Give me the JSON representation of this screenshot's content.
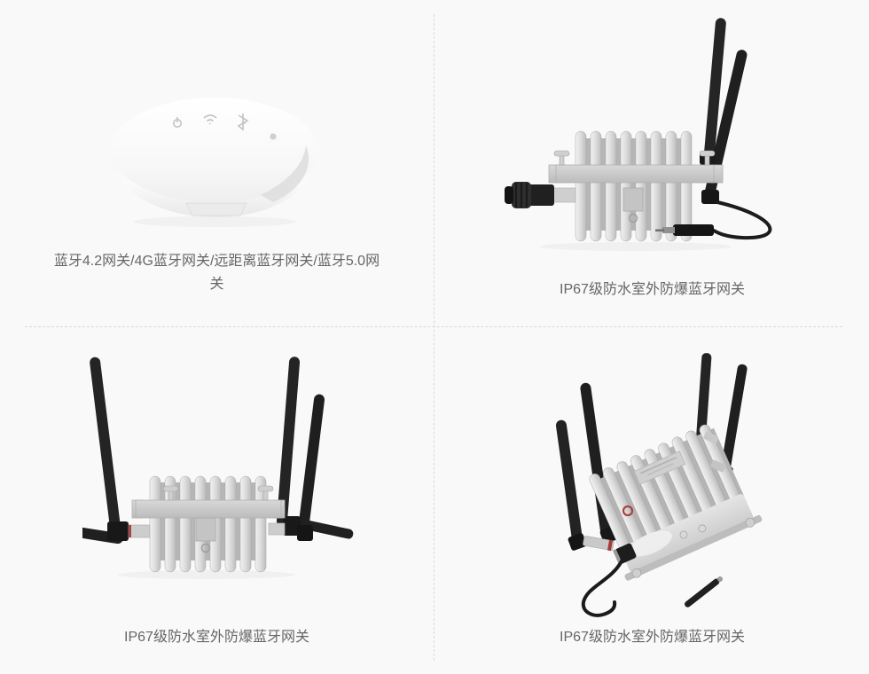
{
  "page": {
    "background_color": "#f9f9f9",
    "divider_color": "#d9d9d9",
    "caption_color": "#666666"
  },
  "products": [
    {
      "name": "bluetooth-gateway-dome",
      "caption": "蓝牙4.2网关/4G蓝牙网关/远距离蓝牙网关/蓝牙5.0网关"
    },
    {
      "name": "outdoor-gateway-two-antennas",
      "caption": "IP67级防水室外防爆蓝牙网关"
    },
    {
      "name": "outdoor-gateway-four-antennas-front",
      "caption": "IP67级防水室外防爆蓝牙网关"
    },
    {
      "name": "outdoor-gateway-four-antennas-angled",
      "caption": "IP67级防水室外防爆蓝牙网关"
    }
  ],
  "product_colors": {
    "antenna_black": "#222222",
    "enclosure_silver": "#c9c9c9",
    "dome_white": "#fafafa"
  }
}
